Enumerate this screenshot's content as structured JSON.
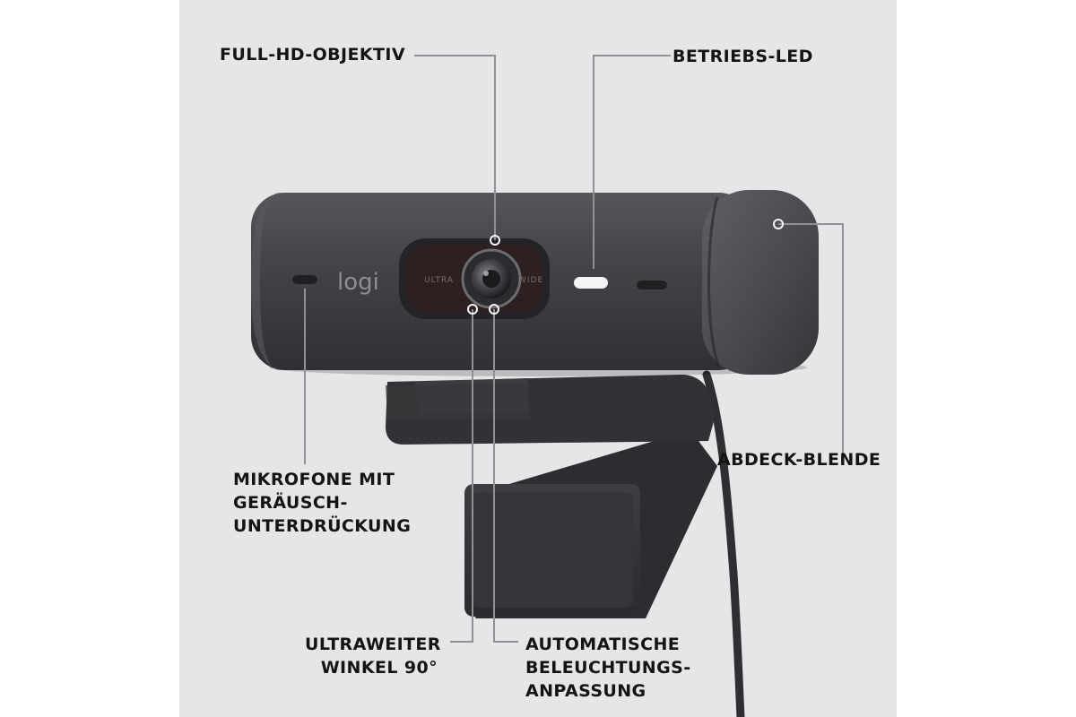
{
  "brand": {
    "logo_text": "logi",
    "ring_left": "ULTRA",
    "ring_right": "WIDE"
  },
  "callouts": {
    "lens": "FULL-HD-OBJEKTIV",
    "led": "BETRIEBS-LED",
    "microphones": "MIKROFONE MIT\nGERÄUSCH-\nUNTERDRÜCKUNG",
    "shutter": "ABDECK-BLENDE",
    "ultrawide": "ULTRAWEITER\nWINKEL 90°",
    "light": "AUTOMATISCHE\nBELEUCHTUNGS-\nANPASSUNG"
  },
  "colors": {
    "background": "#e5e6e7",
    "body": "#3a3c3f",
    "label": "#141414",
    "leader_line": "#8f9195",
    "led": "#f4f4f6"
  }
}
